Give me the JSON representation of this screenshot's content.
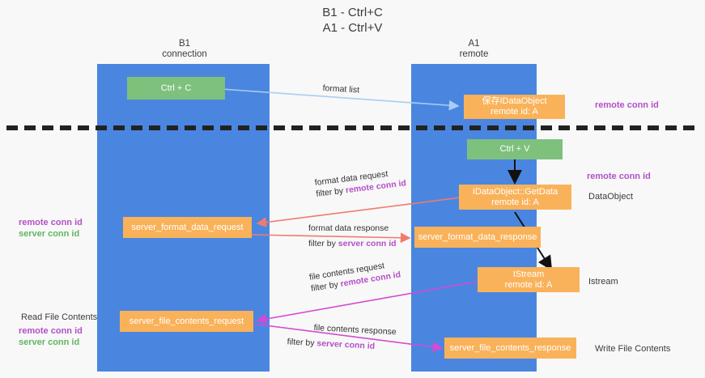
{
  "title": {
    "line1": "B1 - Ctrl+C",
    "line2": "A1 - Ctrl+V"
  },
  "columns": [
    {
      "name": "b1",
      "title": "B1",
      "subtitle": "connection"
    },
    {
      "name": "a1",
      "title": "A1",
      "subtitle": "remote"
    }
  ],
  "boxes": {
    "ctrl_c": {
      "line1": "Ctrl + C",
      "line2": ""
    },
    "save_idataobject": {
      "line1": "保存IDataObject",
      "line2": "remote id: A"
    },
    "ctrl_v": {
      "line1": "Ctrl + V",
      "line2": ""
    },
    "getdata": {
      "line1": "IDataObject::GetData",
      "line2": "remote id: A"
    },
    "fmt_req": {
      "line1": "server_format_data_request",
      "line2": ""
    },
    "fmt_resp": {
      "line1": "server_format_data_response",
      "line2": ""
    },
    "istream": {
      "line1": "IStream",
      "line2": "remote id: A"
    },
    "file_req": {
      "line1": "server_file_contents_request",
      "line2": ""
    },
    "file_resp": {
      "line1": "server_file_contents_response",
      "line2": ""
    }
  },
  "right_annotations": [
    {
      "name": "remote-conn-id-1",
      "text": "remote conn id",
      "style": "purple-bold"
    },
    {
      "name": "remote-conn-id-2",
      "text": "remote conn id",
      "style": "purple-bold"
    },
    {
      "name": "dataobject",
      "text": "DataObject",
      "style": "dark"
    },
    {
      "name": "istream",
      "text": "Istream",
      "style": "dark"
    },
    {
      "name": "write-file-contents",
      "text": "Write File Contents",
      "style": "dark"
    }
  ],
  "left_annotations": {
    "mid_remote": "remote conn id",
    "mid_server": "server conn id",
    "read_file_contents": "Read File Contents",
    "bottom_remote": "remote conn id",
    "bottom_server": "server conn id"
  },
  "edge_labels": {
    "format_list": "format list",
    "fmt_req_l1": "format data request",
    "fmt_req_l2_prefix": "filter by ",
    "fmt_req_l2_key": "remote conn id",
    "fmt_resp_l1": "format data response",
    "fmt_resp_l2_prefix": "filter by ",
    "fmt_resp_l2_key": "server conn id",
    "file_req_l1": "file contents request",
    "file_req_l2_prefix": "filter by ",
    "file_req_l2_key": "remote conn id",
    "file_resp_l1": "file contents response",
    "file_resp_l2_prefix": "filter by ",
    "file_resp_l2_key": "server conn id"
  },
  "colors": {
    "lane": "#4a86e0",
    "green_box": "#7dc17d",
    "orange_box": "#f9b25a",
    "purple": "#b44fc8",
    "green_text": "#62b562",
    "arrow_blue": "#a8cdf0",
    "arrow_red": "#ef7b6e",
    "arrow_magenta": "#d44ad4",
    "arrow_black": "#111111",
    "background": "#f8f8f8"
  }
}
